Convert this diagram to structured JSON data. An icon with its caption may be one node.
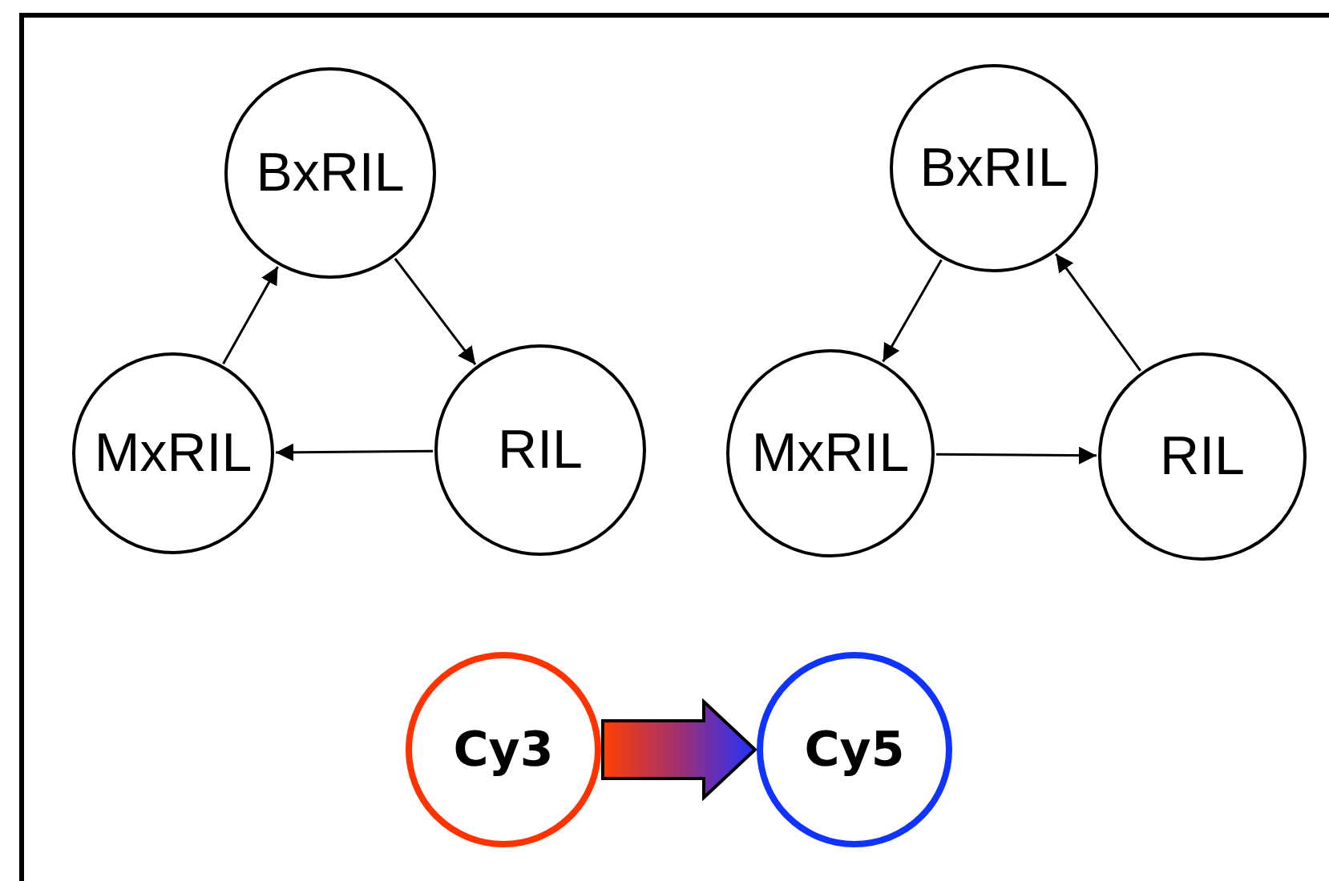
{
  "diagram": {
    "nodes": [
      {
        "text": [
          "BxRIL"
        ]
      },
      {
        "text": [
          "MxRIL"
        ]
      },
      {
        "text": [
          "RIL"
        ]
      },
      {
        "text": [
          "BxRIL"
        ]
      },
      {
        "text": [
          "MxRIL"
        ]
      },
      {
        "text": [
          "RIL"
        ]
      },
      {
        "text": [
          "Cy3"
        ]
      },
      {
        "text": [
          "Cy5"
        ]
      }
    ],
    "edges": [
      {
        "from": 1,
        "to": 0,
        "arrow": "to"
      },
      {
        "from": 0,
        "to": 2,
        "arrow": "to"
      },
      {
        "from": 2,
        "to": 1,
        "arrow": "to"
      },
      {
        "from": 3,
        "to": 4,
        "arrow": "to"
      },
      {
        "from": 4,
        "to": 5,
        "arrow": "to"
      },
      {
        "from": 5,
        "to": 3,
        "arrow": "to"
      },
      {
        "from": 6,
        "to": 7,
        "arrow": "to",
        "style": "thick"
      }
    ]
  }
}
